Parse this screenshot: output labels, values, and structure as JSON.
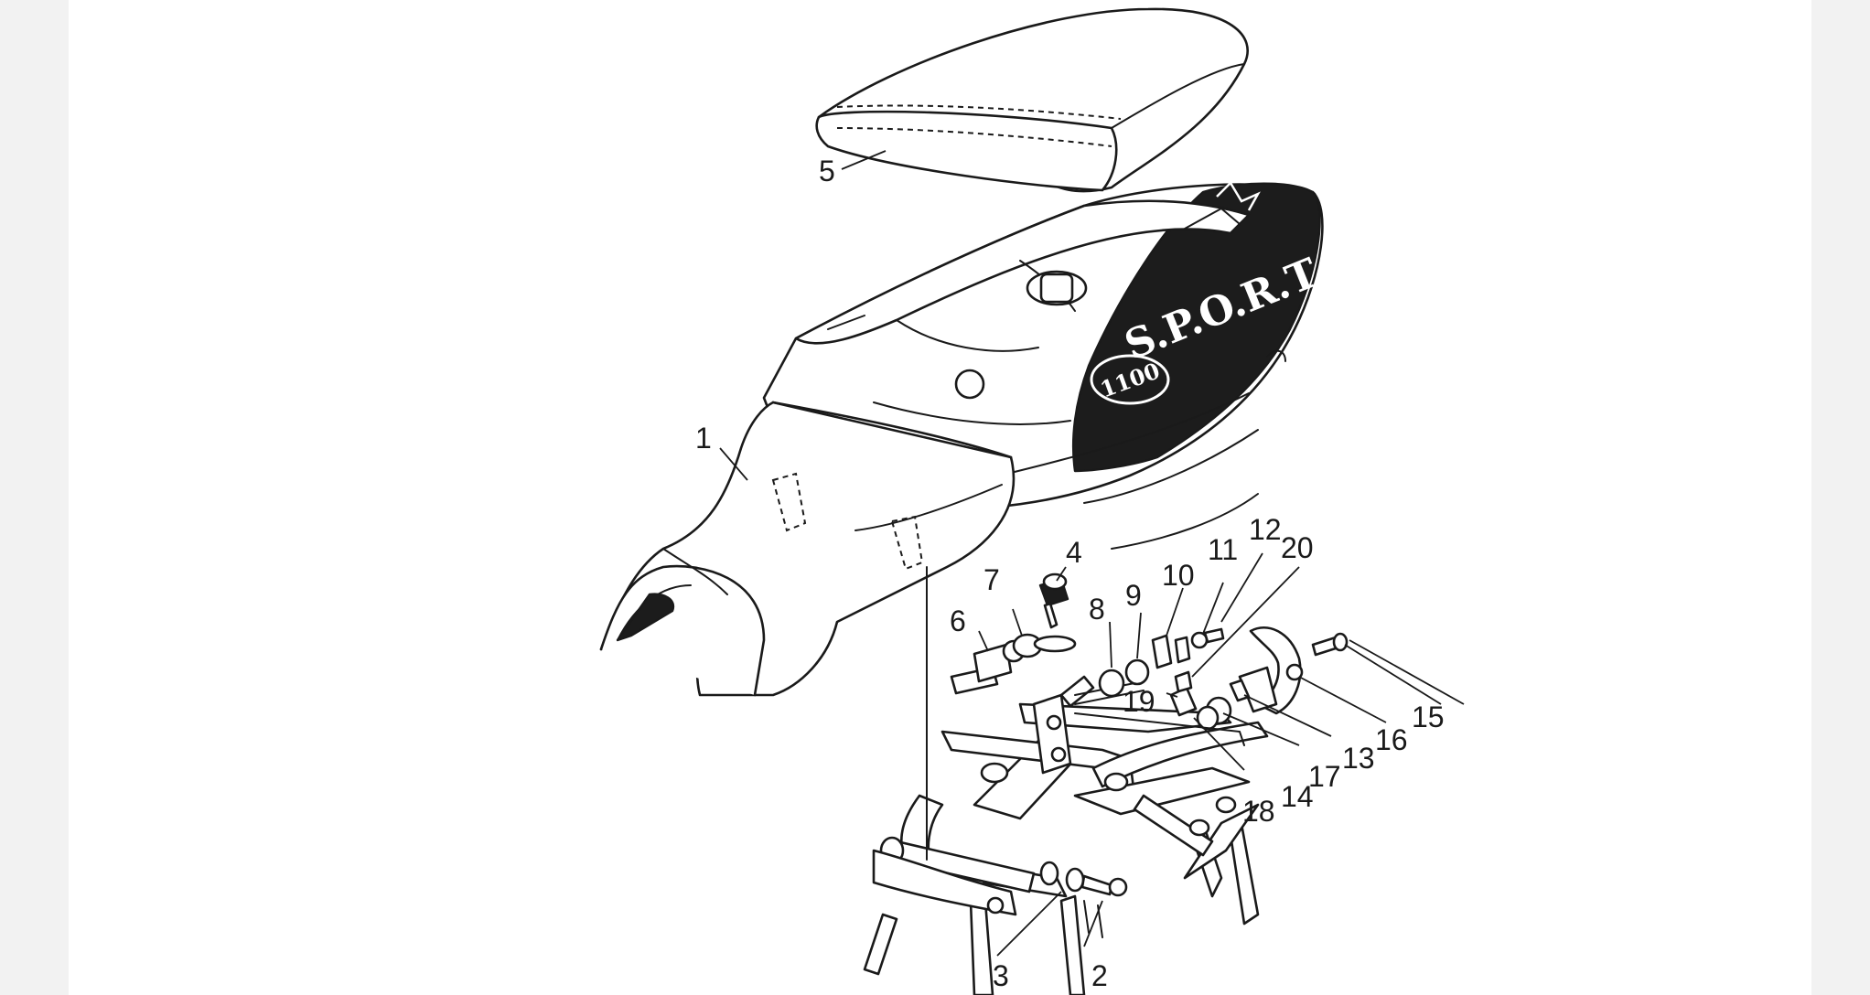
{
  "diagram": {
    "callouts": [
      "1",
      "2",
      "3",
      "4",
      "5",
      "6",
      "7",
      "8",
      "9",
      "10",
      "11",
      "12",
      "13",
      "14",
      "15",
      "16",
      "17",
      "18",
      "19",
      "20"
    ],
    "tail_logo": {
      "badge": "1100",
      "word": "S.P.O.R.T."
    },
    "colors": {
      "background": "#ffffff",
      "frame": "#f2f2f2",
      "ink": "#1a1a1a",
      "tail_panel": "#1c1c1c"
    }
  }
}
